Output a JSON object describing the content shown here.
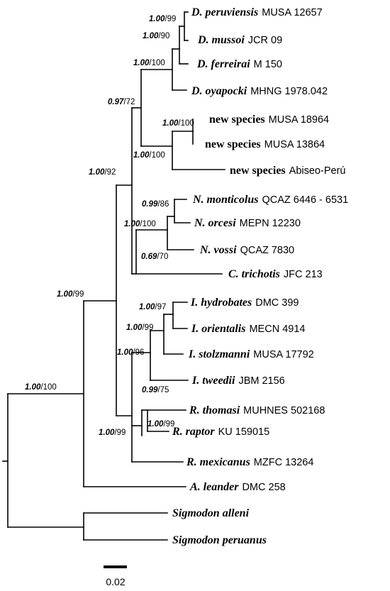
{
  "taxa": [
    {
      "id": "t1",
      "genus": "D. peruviensis",
      "voucher": "MUSA 12657"
    },
    {
      "id": "t2",
      "genus": "D. mussoi",
      "voucher": "JCR 09"
    },
    {
      "id": "t3",
      "genus": "D. ferreirai",
      "voucher": "M 150"
    },
    {
      "id": "t4",
      "genus": "D. oyapocki",
      "voucher": "MHNG 1978.042"
    },
    {
      "id": "t5",
      "newsp": "new species",
      "voucher": "MUSA 18964"
    },
    {
      "id": "t6",
      "newsp": "new species",
      "voucher": "MUSA 13864"
    },
    {
      "id": "t7",
      "newsp": "new species",
      "voucher": "Abiseo-Perú"
    },
    {
      "id": "t8",
      "genus": "N. monticolus",
      "voucher": "QCAZ 6446 - 6531"
    },
    {
      "id": "t9",
      "genus": "N. orcesi",
      "voucher": "MEPN 12230"
    },
    {
      "id": "t10",
      "genus": "N. vossi",
      "voucher": "QCAZ 7830"
    },
    {
      "id": "t11",
      "genus": "C. trichotis",
      "voucher": "JFC 213"
    },
    {
      "id": "t12",
      "genus": "I. hydrobates",
      "voucher": "DMC 399"
    },
    {
      "id": "t13",
      "genus": "I. orientalis",
      "voucher": "MECN 4914"
    },
    {
      "id": "t14",
      "genus": "I. stolzmanni",
      "voucher": "MUSA 17792"
    },
    {
      "id": "t15",
      "genus": "I. tweedii",
      "voucher": "JBM 2156"
    },
    {
      "id": "t16",
      "genus": "R. thomasi",
      "voucher": "MUHNES 502168"
    },
    {
      "id": "t17",
      "genus": "R. raptor",
      "voucher": "KU 159015"
    },
    {
      "id": "t18",
      "genus": "R. mexicanus",
      "voucher": "MZFC 13264"
    },
    {
      "id": "t19",
      "genus": "A. leander",
      "voucher": "DMC 258"
    },
    {
      "id": "t20",
      "genus": "Sigmodon alleni",
      "voucher": ""
    },
    {
      "id": "t21",
      "genus": "Sigmodon peruanus",
      "voucher": ""
    }
  ],
  "supports": [
    {
      "id": "s1",
      "pp": "1.00",
      "bs": "99"
    },
    {
      "id": "s2",
      "pp": "1.00",
      "bs": "90"
    },
    {
      "id": "s3",
      "pp": "1.00",
      "bs": "100"
    },
    {
      "id": "s4",
      "pp": "0.97",
      "bs": "72"
    },
    {
      "id": "s5",
      "pp": "1.00",
      "bs": "100"
    },
    {
      "id": "s6",
      "pp": "1.00",
      "bs": "100"
    },
    {
      "id": "s7",
      "pp": "1.00",
      "bs": "92"
    },
    {
      "id": "s8",
      "pp": "0.99",
      "bs": "86"
    },
    {
      "id": "s9",
      "pp": "1.00",
      "bs": "100"
    },
    {
      "id": "s10",
      "pp": "0.69",
      "bs": "70"
    },
    {
      "id": "s11",
      "pp": "1.00",
      "bs": "99"
    },
    {
      "id": "s12",
      "pp": "1.00",
      "bs": "97"
    },
    {
      "id": "s13",
      "pp": "1.00",
      "bs": "99"
    },
    {
      "id": "s14",
      "pp": "1.00",
      "bs": "96"
    },
    {
      "id": "s15",
      "pp": "0.99",
      "bs": "75"
    },
    {
      "id": "s16",
      "pp": "1.00",
      "bs": "99"
    },
    {
      "id": "s17",
      "pp": "1.00",
      "bs": "99"
    },
    {
      "id": "s18",
      "pp": "1.00",
      "bs": "100"
    }
  ],
  "scale_bar": {
    "label": "0.02"
  }
}
